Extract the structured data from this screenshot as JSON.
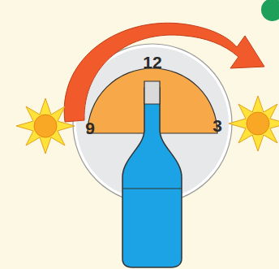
{
  "diagram": {
    "labels": [
      "12",
      "9",
      "3"
    ]
  }
}
